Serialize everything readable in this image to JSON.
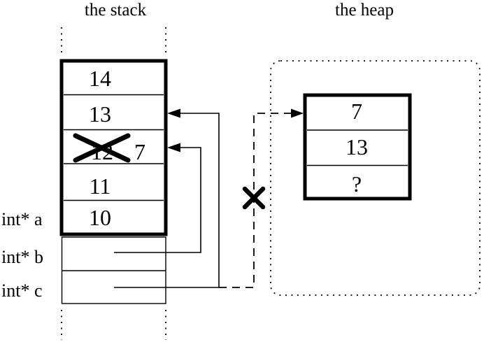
{
  "colors": {
    "ink": "#000000",
    "background": "#ffffff"
  },
  "stack": {
    "title": "the stack",
    "frame_cells": [
      "14",
      "13",
      "12",
      "11",
      "10"
    ],
    "overwritten_value": "7",
    "variables": [
      {
        "label": "int* a"
      },
      {
        "label": "int* b"
      },
      {
        "label": "int* c"
      }
    ]
  },
  "heap": {
    "title": "the heap",
    "block_cells": [
      "7",
      "13",
      "?"
    ]
  },
  "icons": {
    "cross_out_x": "✕",
    "left_arrowhead": "◀",
    "right_arrowhead": "▶"
  }
}
